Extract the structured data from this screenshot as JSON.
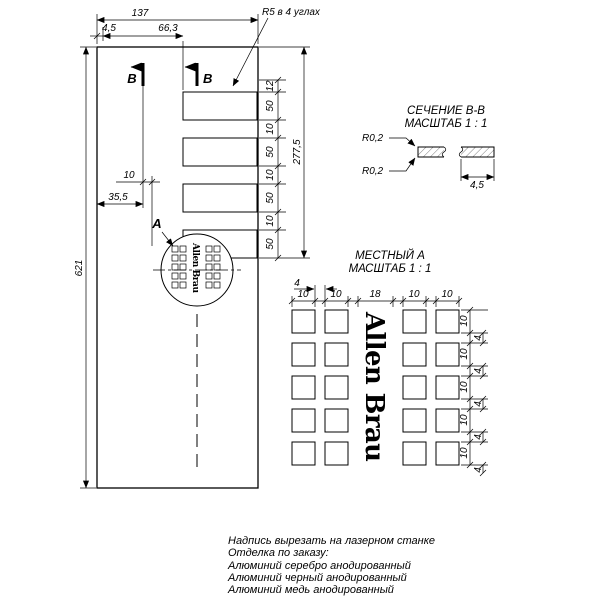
{
  "main_view": {
    "dim_width_total": "137",
    "dim_edge_offset": "4,5",
    "dim_slot_width": "66,3",
    "note_corner_radius": "R5 в 4 углах",
    "section_label_left": "В",
    "section_label_right": "В",
    "right_chain_dims": [
      "12",
      "50",
      "10",
      "50",
      "10",
      "50",
      "10",
      "50"
    ],
    "dim_slots_span": "277,5",
    "dim_center_offset": "10",
    "dim_center_from_edge": "35,5",
    "detail_label": "А",
    "dim_length_total": "621",
    "engraving_text": "Allen Brau"
  },
  "section_view": {
    "title": "СЕЧЕНИЕ В-В",
    "scale": "МАСШТАБ 1 : 1",
    "radius_top": "R0,2",
    "radius_bottom": "R0,2",
    "dim_thickness": "4,5"
  },
  "detail_view": {
    "title": "МЕСТНЫЙ А",
    "scale": "МАСШТАБ 1 : 1",
    "dim_margin": "4",
    "top_dims": [
      "10",
      "10",
      "18",
      "10",
      "10"
    ],
    "right_dims": [
      "10",
      "4",
      "10",
      "4",
      "10",
      "4",
      "10",
      "4",
      "10",
      "4"
    ],
    "engraving_text": "Allen Brau"
  },
  "notes": {
    "lines": [
      "Надпись вырезать на лазерном станке",
      "Отделка по заказу:",
      "Алюминий серебро анодированный",
      "Алюминий черный анодированный",
      "Алюминий медь анодированный"
    ]
  }
}
